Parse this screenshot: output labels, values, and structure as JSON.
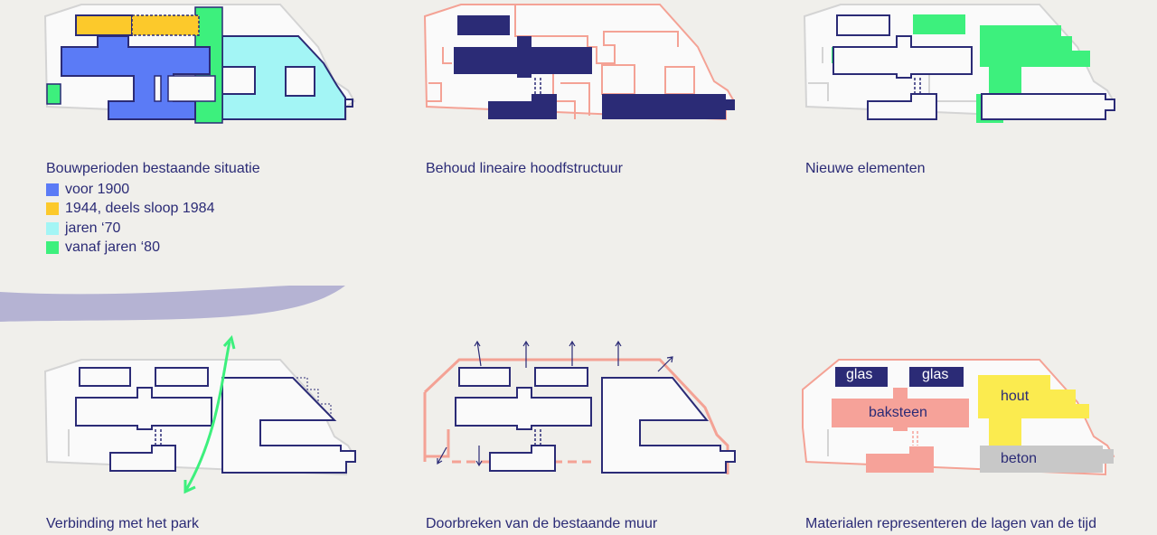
{
  "colors": {
    "navy": "#2b2b76",
    "salmon": "#f4a295",
    "grey": "#d4d4d4",
    "blue": "#5b7bf6",
    "yellow": "#fcc92b",
    "cyan": "#a3f5f5",
    "green": "#3df07d",
    "lavender": "#b5b3d3",
    "hout": "#fbeb4f",
    "beton": "#c8c8c8",
    "baksteen": "#f6a299",
    "background": "#f0efeb"
  },
  "panels": {
    "p1": {
      "caption": "Bouwperioden bestaande situatie"
    },
    "p2": {
      "caption": "Behoud lineaire hoodfstructuur"
    },
    "p3": {
      "caption": "Nieuwe elementen"
    },
    "p4": {
      "caption": "Verbinding met het park"
    },
    "p5": {
      "caption": "Doorbreken van de bestaande muur"
    },
    "p6": {
      "caption": "Materialen representeren de lagen van de tijd"
    }
  },
  "legend": [
    {
      "label": "voor 1900",
      "color": "#5b7bf6"
    },
    {
      "label": "1944, deels sloop 1984",
      "color": "#fcc92b"
    },
    {
      "label": "jaren ‘70",
      "color": "#a3f5f5"
    },
    {
      "label": "vanaf jaren ‘80",
      "color": "#3df07d"
    }
  ],
  "materials": {
    "glas_1": "glas",
    "glas_2": "glas",
    "hout": "hout",
    "baksteen": "baksteen",
    "beton": "beton"
  }
}
